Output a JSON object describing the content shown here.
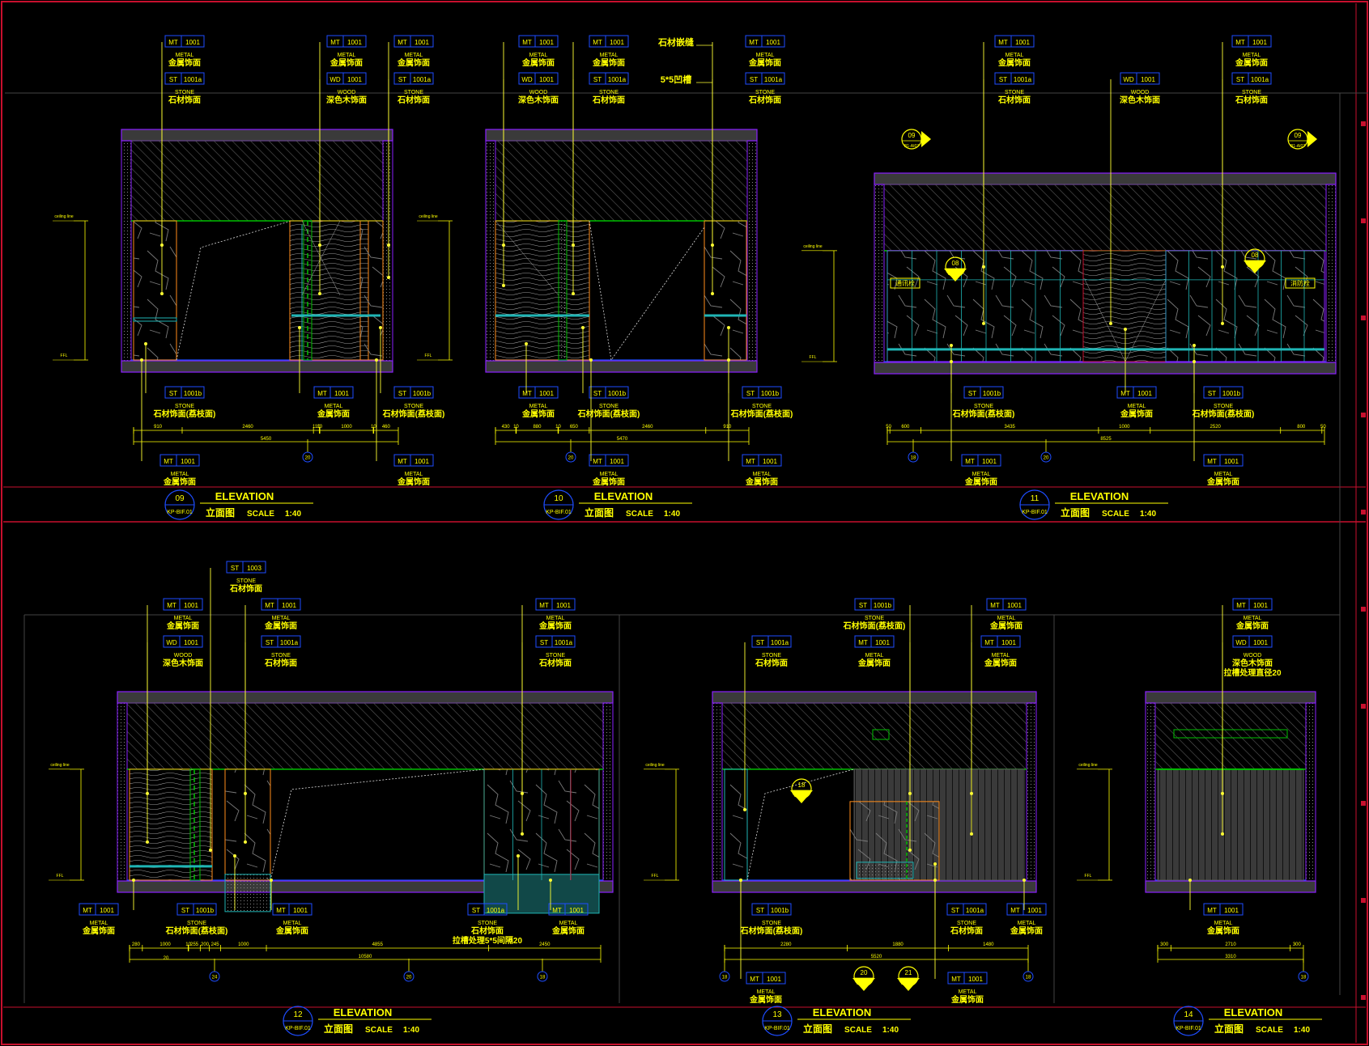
{
  "colors": {
    "background": "#000000",
    "frame": "#c8102e",
    "callout": "#ffff00",
    "tag_box": "#1e4dff",
    "panel_outline": "#8a1fff",
    "ceiling_line": "#00c000",
    "wood_panel": "#ff8c1a",
    "stone_grid": "#1fb5b5",
    "leader": "#ffff33",
    "dimension": "#ffff00",
    "hatch": "#666666",
    "title_text": "#ffff00"
  },
  "labels": {
    "title": "ELEVATION",
    "subtitle": "立面图",
    "scale_word": "SCALE",
    "scale_value": "1:40",
    "sheet_ref": "KP-BIF.01",
    "ceiling_marker": "ceiling line",
    "floor_marker": "FFL"
  },
  "elevations": [
    {
      "id": "09",
      "callouts_top": [
        {
          "code": "MT",
          "num": "1001",
          "en": "METAL",
          "cn": "金属饰面"
        },
        {
          "code": "ST",
          "num": "1001a",
          "en": "STONE",
          "cn": "石材饰面"
        },
        {
          "code": "MT",
          "num": "1001",
          "en": "METAL",
          "cn": "金属饰面"
        },
        {
          "code": "WD",
          "num": "1001",
          "en": "WOOD",
          "cn": "深色木饰面"
        },
        {
          "code": "MT",
          "num": "1001",
          "en": "METAL",
          "cn": "金属饰面"
        },
        {
          "code": "ST",
          "num": "1001a",
          "en": "STONE",
          "cn": "石材饰面"
        }
      ],
      "callouts_bottom": [
        {
          "code": "ST",
          "num": "1001b",
          "en": "STONE",
          "cn": "石材饰面(荔枝面)"
        },
        {
          "code": "MT",
          "num": "1001",
          "en": "METAL",
          "cn": "金属饰面"
        },
        {
          "code": "ST",
          "num": "1001b",
          "en": "STONE",
          "cn": "石材饰面(荔枝面)"
        },
        {
          "code": "MT",
          "num": "1001",
          "en": "METAL",
          "cn": "金属饰面"
        },
        {
          "code": "MT",
          "num": "1001",
          "en": "METAL",
          "cn": "金属饰面"
        }
      ],
      "dims": [
        "910",
        "2460",
        "110",
        "10",
        "1000",
        "10",
        "460"
      ],
      "total": "5450",
      "grid": "20"
    },
    {
      "id": "10",
      "callouts_top": [
        {
          "code": "MT",
          "num": "1001",
          "en": "METAL",
          "cn": "金属饰面"
        },
        {
          "code": "WD",
          "num": "1001",
          "en": "WOOD",
          "cn": "深色木饰面"
        },
        {
          "code": "MT",
          "num": "1001",
          "en": "METAL",
          "cn": "金属饰面"
        },
        {
          "code": "ST",
          "num": "1001a",
          "en": "STONE",
          "cn": "石材饰面"
        },
        {
          "code": "MT",
          "num": "1001",
          "en": "METAL",
          "cn": "金属饰面"
        },
        {
          "code": "ST",
          "num": "1001a",
          "en": "STONE",
          "cn": "石材饰面"
        }
      ],
      "notes": [
        "石材嵌缝",
        "5*5凹槽"
      ],
      "callouts_bottom": [
        {
          "code": "MT",
          "num": "1001",
          "en": "METAL",
          "cn": "金属饰面"
        },
        {
          "code": "ST",
          "num": "1001b",
          "en": "STONE",
          "cn": "石材饰面(荔枝面)"
        },
        {
          "code": "ST",
          "num": "1001b",
          "en": "STONE",
          "cn": "石材饰面(荔枝面)"
        },
        {
          "code": "MT",
          "num": "1001",
          "en": "METAL",
          "cn": "金属饰面"
        },
        {
          "code": "MT",
          "num": "1001",
          "en": "METAL",
          "cn": "金属饰面"
        }
      ],
      "dims": [
        "430",
        "10",
        "880",
        "10",
        "650",
        "2460",
        "910"
      ],
      "total": "5470",
      "grid": "20"
    },
    {
      "id": "11",
      "callouts_top": [
        {
          "code": "MT",
          "num": "1001",
          "en": "METAL",
          "cn": "金属饰面"
        },
        {
          "code": "ST",
          "num": "1001a",
          "en": "STONE",
          "cn": "石材饰面"
        },
        {
          "code": "WD",
          "num": "1001",
          "en": "WOOD",
          "cn": "深色木饰面"
        },
        {
          "code": "MT",
          "num": "1001",
          "en": "METAL",
          "cn": "金属饰面"
        },
        {
          "code": "ST",
          "num": "1001a",
          "en": "STONE",
          "cn": "石材饰面"
        }
      ],
      "markers": [
        "09",
        "08",
        "08",
        "09"
      ],
      "side_tags": [
        "通讯栓",
        "消防栓"
      ],
      "callouts_bottom": [
        {
          "code": "ST",
          "num": "1001b",
          "en": "STONE",
          "cn": "石材饰面(荔枝面)"
        },
        {
          "code": "MT",
          "num": "1001",
          "en": "METAL",
          "cn": "金属饰面"
        },
        {
          "code": "ST",
          "num": "1001b",
          "en": "STONE",
          "cn": "石材饰面(荔枝面)"
        },
        {
          "code": "MT",
          "num": "1001",
          "en": "METAL",
          "cn": "金属饰面"
        },
        {
          "code": "MT",
          "num": "1001",
          "en": "METAL",
          "cn": "金属饰面"
        }
      ],
      "dims": [
        "50",
        "600",
        "3435",
        "1000",
        "2520",
        "800",
        "50"
      ],
      "total": "8525",
      "grids": [
        "18",
        "20"
      ]
    },
    {
      "id": "12",
      "callouts_top": [
        {
          "code": "ST",
          "num": "1003",
          "en": "STONE",
          "cn": "石材饰面"
        },
        {
          "code": "MT",
          "num": "1001",
          "en": "METAL",
          "cn": "金属饰面"
        },
        {
          "code": "WD",
          "num": "1001",
          "en": "WOOD",
          "cn": "深色木饰面"
        },
        {
          "code": "MT",
          "num": "1001",
          "en": "METAL",
          "cn": "金属饰面"
        },
        {
          "code": "ST",
          "num": "1001a",
          "en": "STONE",
          "cn": "石材饰面"
        },
        {
          "code": "MT",
          "num": "1001",
          "en": "METAL",
          "cn": "金属饰面"
        },
        {
          "code": "ST",
          "num": "1001a",
          "en": "STONE",
          "cn": "石材饰面"
        }
      ],
      "callouts_bottom": [
        {
          "code": "MT",
          "num": "1001",
          "en": "METAL",
          "cn": "金属饰面"
        },
        {
          "code": "ST",
          "num": "1001b",
          "en": "STONE",
          "cn": "石材饰面(荔枝面)"
        },
        {
          "code": "MT",
          "num": "1001",
          "en": "METAL",
          "cn": "金属饰面"
        },
        {
          "code": "ST",
          "num": "1001a",
          "en": "STONE",
          "cn": "石材饰面",
          "note": "拉槽处理5*5间隔20"
        },
        {
          "code": "MT",
          "num": "1001",
          "en": "METAL",
          "cn": "金属饰面"
        }
      ],
      "dims": [
        "280",
        "1000",
        "10",
        "255",
        "200",
        "245",
        "1000",
        "4855",
        "2450"
      ],
      "total": "10580",
      "sub": "20",
      "grids": [
        "24",
        "20",
        "18"
      ]
    },
    {
      "id": "13",
      "callouts_top": [
        {
          "code": "ST",
          "num": "1001b",
          "en": "STONE",
          "cn": "石材饰面(荔枝面)"
        },
        {
          "code": "MT",
          "num": "1001",
          "en": "METAL",
          "cn": "金属饰面"
        },
        {
          "code": "ST",
          "num": "1001a",
          "en": "STONE",
          "cn": "石材饰面"
        },
        {
          "code": "MT",
          "num": "1001",
          "en": "METAL",
          "cn": "金属饰面"
        },
        {
          "code": "MT",
          "num": "1001",
          "en": "METAL",
          "cn": "金属饰面"
        },
        {
          "code": "WD",
          "num": "1001",
          "en": "WOOD",
          "cn": "深色木饰面",
          "note": "拉槽处理直径20"
        }
      ],
      "markers": [
        "18",
        "20",
        "21"
      ],
      "callouts_bottom": [
        {
          "code": "ST",
          "num": "1001b",
          "en": "STONE",
          "cn": "石材饰面(荔枝面)"
        },
        {
          "code": "ST",
          "num": "1001a",
          "en": "STONE",
          "cn": "石材饰面"
        },
        {
          "code": "MT",
          "num": "1001",
          "en": "METAL",
          "cn": "金属饰面"
        },
        {
          "code": "MT",
          "num": "1001",
          "en": "METAL",
          "cn": "金属饰面"
        },
        {
          "code": "MT",
          "num": "1001",
          "en": "METAL",
          "cn": "金属饰面"
        }
      ],
      "dims": [
        "2280",
        "1880",
        "1480"
      ],
      "total": "5520",
      "grids": [
        "18",
        "18"
      ]
    },
    {
      "id": "14",
      "callouts_top": [
        {
          "code": "MT",
          "num": "1001",
          "en": "METAL",
          "cn": "金属饰面"
        },
        {
          "code": "WD",
          "num": "1001",
          "en": "WOOD",
          "cn": "深色木饰面",
          "note": "拉槽处理直径20"
        }
      ],
      "callouts_bottom": [
        {
          "code": "MT",
          "num": "1001",
          "en": "METAL",
          "cn": "金属饰面"
        }
      ],
      "dims": [
        "300",
        "2710",
        "300"
      ],
      "total": "3310",
      "grid": "18"
    }
  ]
}
